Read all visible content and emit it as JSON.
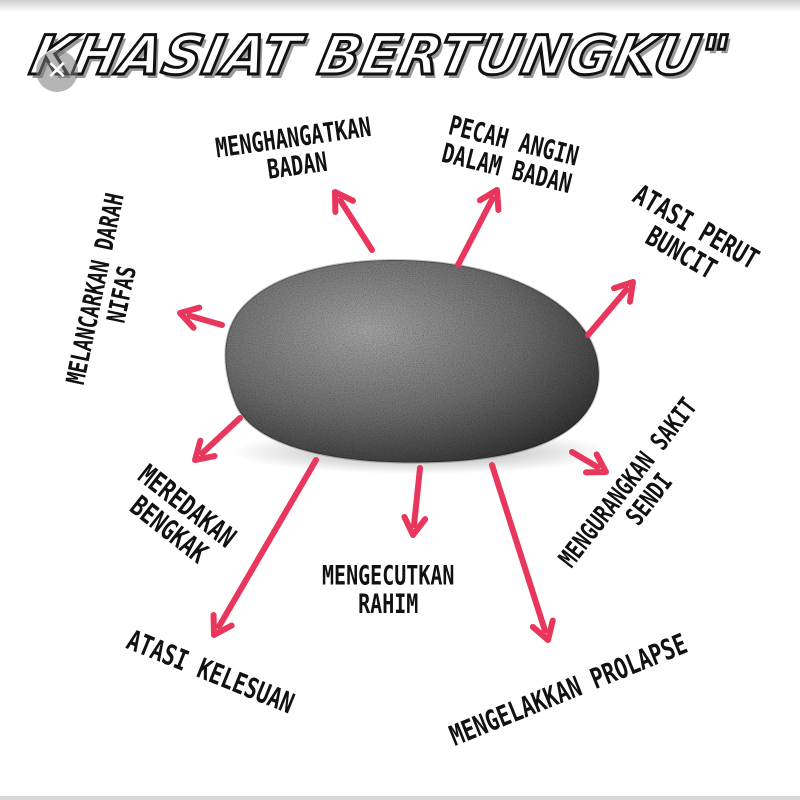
{
  "title": "KHASIAT BERTUNGKU\"",
  "close_icon": "close-icon",
  "center_image": "granite-stone",
  "arrow_color": "#e8365d",
  "benefits": [
    {
      "id": "menghangatkan-badan",
      "text": "MENGHANGATKAN\nBADAN"
    },
    {
      "id": "pecah-angin",
      "text": "PECAH ANGIN\nDALAM BADAN"
    },
    {
      "id": "atasi-perut-buncit",
      "text": "ATASI PERUT\nBUNCIT"
    },
    {
      "id": "melancarkan-darah-nifas",
      "text": "MELANCARKAN DARAH\nNIFAS"
    },
    {
      "id": "mengurangkan-sakit-sendi",
      "text": "MENGURANGKAN SAKIT\nSENDI"
    },
    {
      "id": "meredakan-bengkak",
      "text": "MEREDAKAN\nBENGKAK"
    },
    {
      "id": "mengecutkan-rahim",
      "text": "MENGECUTKAN\nRAHIM"
    },
    {
      "id": "atasi-kelesuan",
      "text": "ATASI KELESUAN"
    },
    {
      "id": "mengelakkan-prolapse",
      "text": "MENGELAKKAN PROLAPSE"
    }
  ]
}
